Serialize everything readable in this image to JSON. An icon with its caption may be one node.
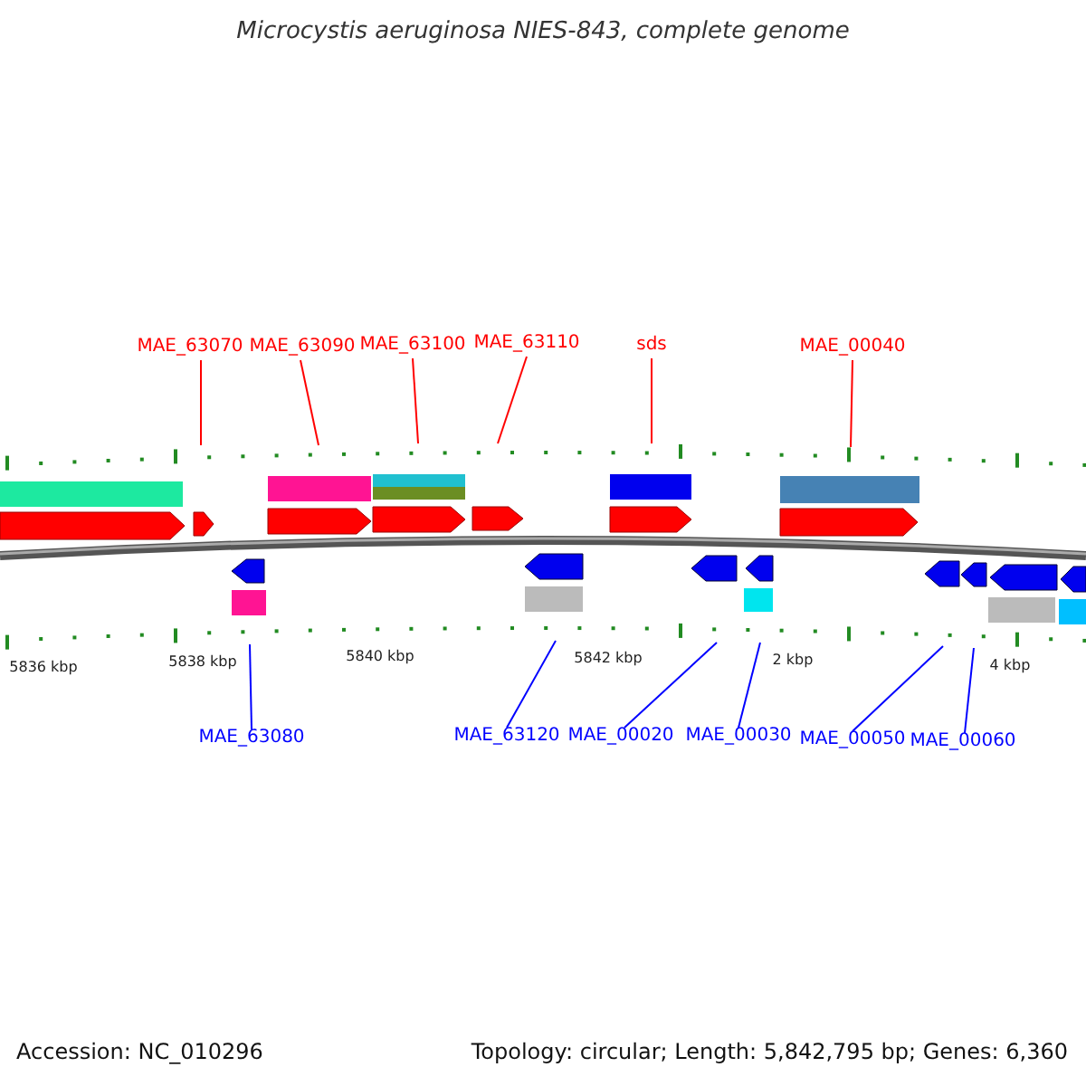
{
  "diagram": {
    "title": "Microcystis aeruginosa NIES-843, complete genome",
    "nodes": [
      {
        "text": [
          "MAE_63070"
        ]
      },
      {
        "text": [
          "MAE_63090"
        ]
      },
      {
        "text": [
          "MAE_63100"
        ]
      },
      {
        "text": [
          "MAE_63110"
        ]
      },
      {
        "text": [
          "sds"
        ]
      },
      {
        "text": [
          "MAE_00040"
        ]
      },
      {
        "text": [
          "MAE_63080"
        ]
      },
      {
        "text": [
          "MAE_63120"
        ]
      },
      {
        "text": [
          "MAE_00020"
        ]
      },
      {
        "text": [
          "MAE_00030"
        ]
      },
      {
        "text": [
          "MAE_00050"
        ]
      },
      {
        "text": [
          "MAE_00060"
        ]
      }
    ],
    "edges": [
      {
        "from": 0,
        "to": null,
        "arrow": "none"
      },
      {
        "from": 1,
        "to": null,
        "arrow": "none"
      },
      {
        "from": 2,
        "to": null,
        "arrow": "none"
      },
      {
        "from": 3,
        "to": null,
        "arrow": "none"
      },
      {
        "from": 4,
        "to": null,
        "arrow": "none"
      },
      {
        "from": 5,
        "to": null,
        "arrow": "none"
      },
      {
        "from": 6,
        "to": null,
        "arrow": "none",
        "color": "#0000ff"
      },
      {
        "from": 7,
        "to": null,
        "arrow": "none",
        "color": "#0000ff"
      },
      {
        "from": 8,
        "to": null,
        "arrow": "none",
        "color": "#0000ff"
      },
      {
        "from": 9,
        "to": null,
        "arrow": "none",
        "color": "#0000ff"
      },
      {
        "from": 10,
        "to": null,
        "arrow": "none",
        "color": "#0000ff"
      },
      {
        "from": 11,
        "to": null,
        "arrow": "none",
        "color": "#0000ff"
      }
    ],
    "labels": [
      "5836 kbp",
      "5838 kbp",
      "5840 kbp",
      "5842 kbp",
      "2 kbp",
      "4 kbp",
      "Accession: NC_010296",
      "Topology: circular; Length: 5,842,795 bp; Genes: 6,360"
    ]
  }
}
